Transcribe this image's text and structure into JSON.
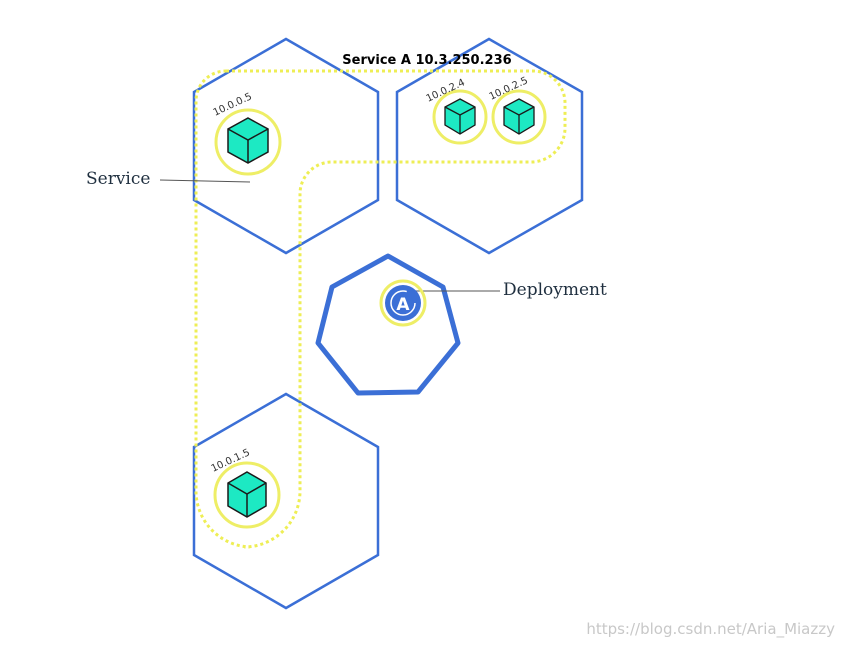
{
  "diagram": {
    "service_title": "Service A 10.3.250.236",
    "service_label": "Service",
    "deployment_label": "Deployment",
    "deployment_icon_letter": "A",
    "pods": [
      {
        "ip": "10.0.0.5"
      },
      {
        "ip": "10.0.2.4"
      },
      {
        "ip": "10.0.2.5"
      },
      {
        "ip": "10.0.1.5"
      }
    ],
    "watermark": "https://blog.csdn.net/Aria_Miazzy"
  },
  "colors": {
    "node_stroke": "#3b6fd6",
    "service_dotted": "#eeee55",
    "pod_ring": "#eeee66",
    "pod_cube": "#1de9c3",
    "deployment_icon": "#3b6fd6",
    "leader_line": "#555555"
  }
}
